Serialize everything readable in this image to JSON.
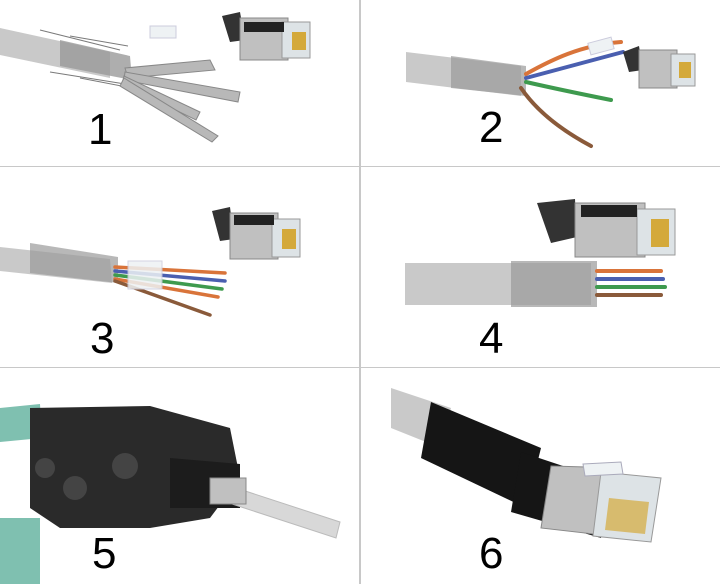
{
  "steps": [
    {
      "number": "1"
    },
    {
      "number": "2"
    },
    {
      "number": "3"
    },
    {
      "number": "4"
    },
    {
      "number": "5"
    },
    {
      "number": "6"
    }
  ],
  "colors": {
    "background": "#ffffff",
    "divider": "#c8c8c8",
    "cable_jacket": "#c9c9c9",
    "braid_shield": "#9a9a9a",
    "foil": "#b8b8b8",
    "wire_orange": "#d9743a",
    "wire_blue": "#4a5fb0",
    "wire_green": "#3e9a4e",
    "wire_brown": "#8a5a3a",
    "connector_metal": "#c0c0c0",
    "connector_clear": "#dde3e6",
    "contacts_gold": "#d4a93a",
    "crimper_body": "#2a2a2a",
    "crimper_grip": "#7fc0b0",
    "heatshrink": "#151515"
  }
}
